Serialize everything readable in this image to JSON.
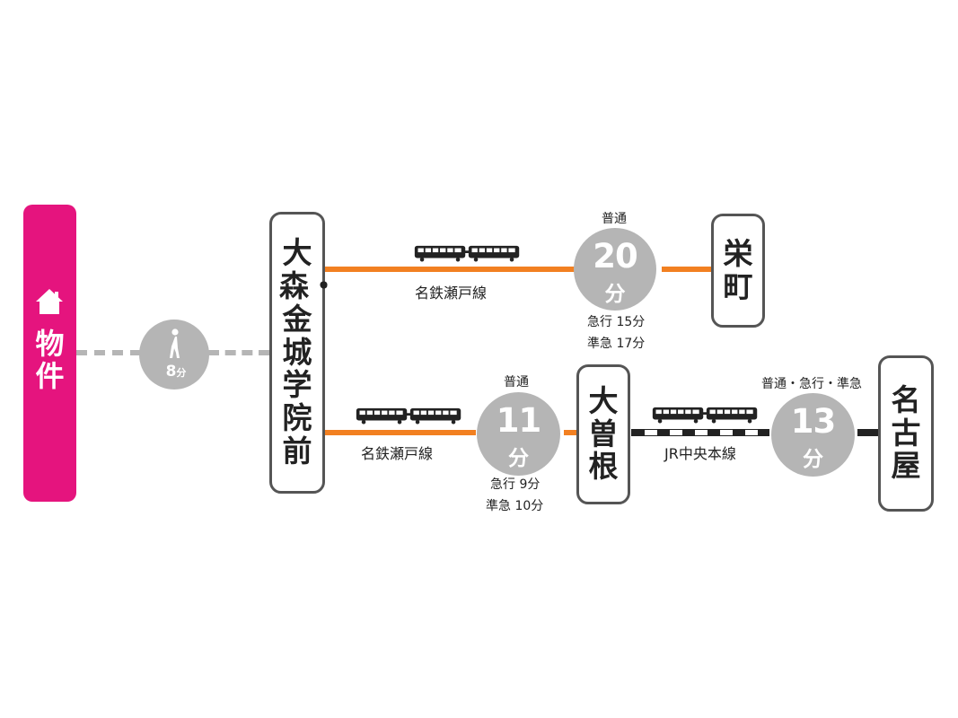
{
  "property": {
    "label": "物件",
    "icon": "house-icon"
  },
  "walk": {
    "minutes": "8",
    "unit": "分",
    "icon": "walking-person-icon"
  },
  "stations": {
    "omori": "大森・金城学院前",
    "sakae": "栄町",
    "ozone": "大曽根",
    "nagoya": "名古屋"
  },
  "upper_route": {
    "line": "名鉄瀬戸線",
    "service": "普通",
    "minutes": "20",
    "unit": "分",
    "alt1": "急行 15分",
    "alt2": "準急 17分"
  },
  "lower_route": {
    "line": "名鉄瀬戸線",
    "service": "普通",
    "minutes": "11",
    "unit": "分",
    "alt1": "急行 9分",
    "alt2": "準急 10分"
  },
  "jr_route": {
    "line": "JR中央本線",
    "service": "普通・急行・準急",
    "minutes": "13",
    "unit": "分"
  },
  "colors": {
    "property": "#e5147e",
    "meitetsu": "#f28021",
    "circle": "#b5b5b5",
    "walk": "#b5b5b5"
  }
}
